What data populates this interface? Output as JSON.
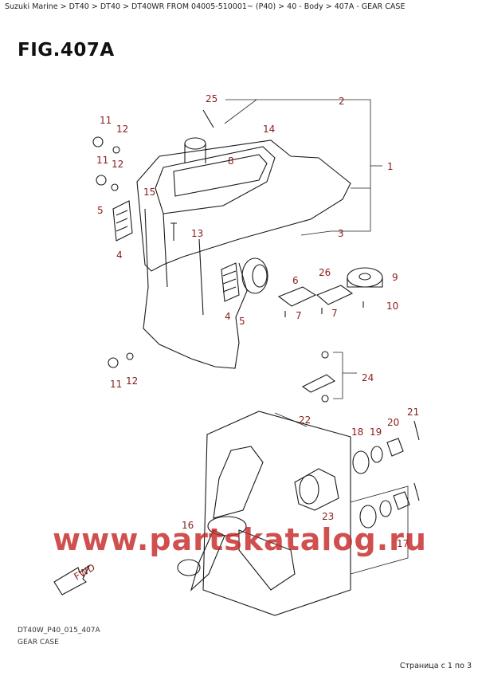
{
  "breadcrumb": "Suzuki Marine > DT40 > DT40 > DT40WR FROM 04005-510001~ (P40) > 40 - Body > 407A - GEAR CASE",
  "figure": {
    "title": "FIG.407A"
  },
  "callouts": [
    "25",
    "2",
    "11",
    "12",
    "14",
    "8",
    "1",
    "11",
    "12",
    "15",
    "5",
    "13",
    "3",
    "4",
    "6",
    "26",
    "9",
    "7",
    "7",
    "10",
    "4",
    "5",
    "11",
    "12",
    "24",
    "22",
    "18",
    "19",
    "20",
    "21",
    "23",
    "16",
    "17"
  ],
  "watermark": "www.partskatalog.ru",
  "fwd_label": "FWD",
  "diagram_code": "DT40W_P40_015_407A",
  "caption": "GEAR CASE",
  "pager": "Страница с 1 по 3",
  "colors": {
    "callout": "#8a1c1c",
    "watermark": "#c62828",
    "line": "#1a1a1a"
  }
}
